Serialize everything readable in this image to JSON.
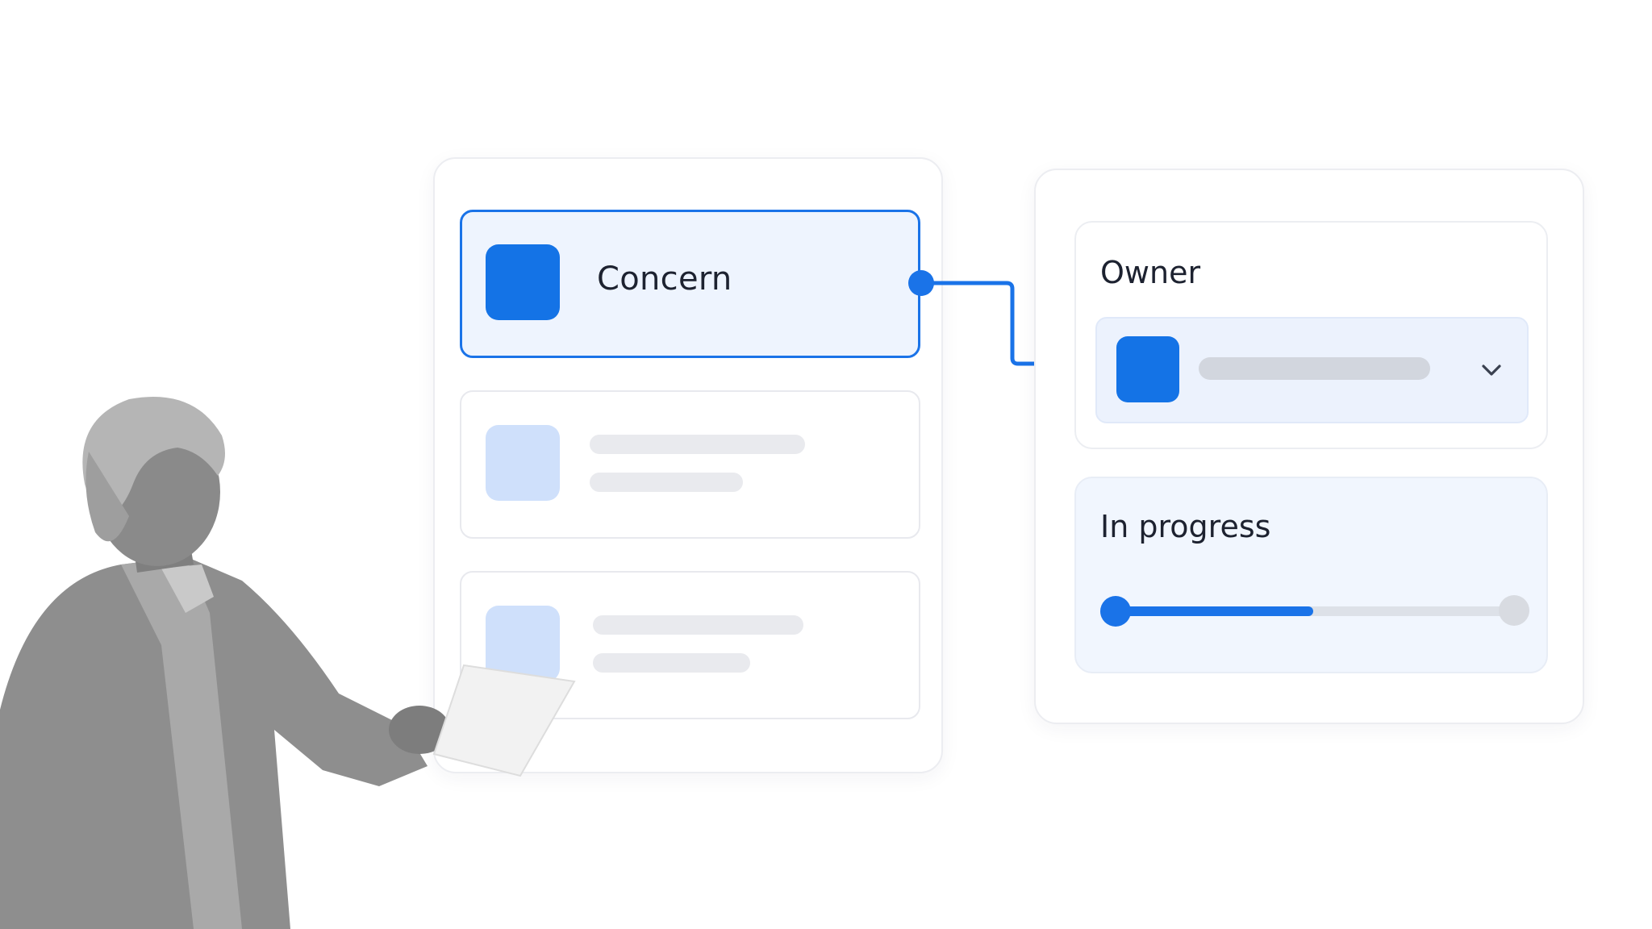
{
  "concern_list": {
    "selected_item": {
      "label": "Concern",
      "icon": "square-tile-icon"
    },
    "placeholder_items": 2
  },
  "details": {
    "owner": {
      "title": "Owner",
      "avatar_icon": "avatar-square-icon",
      "dropdown_icon": "chevron-down-icon"
    },
    "status": {
      "title": "In progress",
      "progress_fraction": 0.5
    }
  },
  "colors": {
    "accent": "#1a73e8",
    "accent_light": "#cfe0fb",
    "selected_bg": "#eef4fe",
    "skeleton": "#e9eaee"
  }
}
